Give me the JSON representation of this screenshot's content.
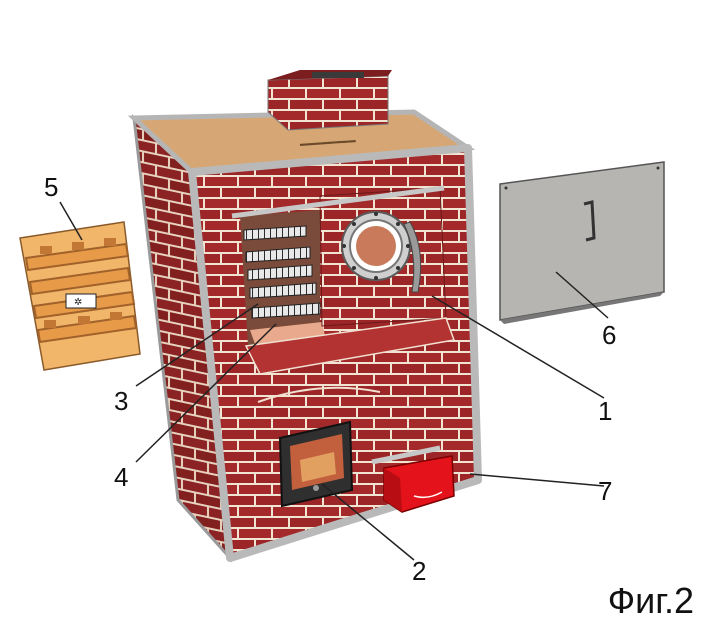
{
  "figure": {
    "caption": "Фиг.2",
    "parts": [
      {
        "number": "1",
        "component": "round-oven-door"
      },
      {
        "number": "2",
        "component": "firebox-door"
      },
      {
        "number": "3",
        "component": "upper-grate-shelf"
      },
      {
        "number": "4",
        "component": "lower-grate-shelf"
      },
      {
        "number": "5",
        "component": "wooden-grate-panel"
      },
      {
        "number": "6",
        "component": "steel-front-panel"
      },
      {
        "number": "7",
        "component": "ash-drawer"
      }
    ]
  },
  "colors": {
    "brick": "#a3292b",
    "mortar": "#f2e6d8",
    "frame": "#b9b9b9",
    "wood": "#f2b66a",
    "panel": "#b7b5b2",
    "drawer": "#e4121a",
    "top_board": "#d6a774"
  }
}
